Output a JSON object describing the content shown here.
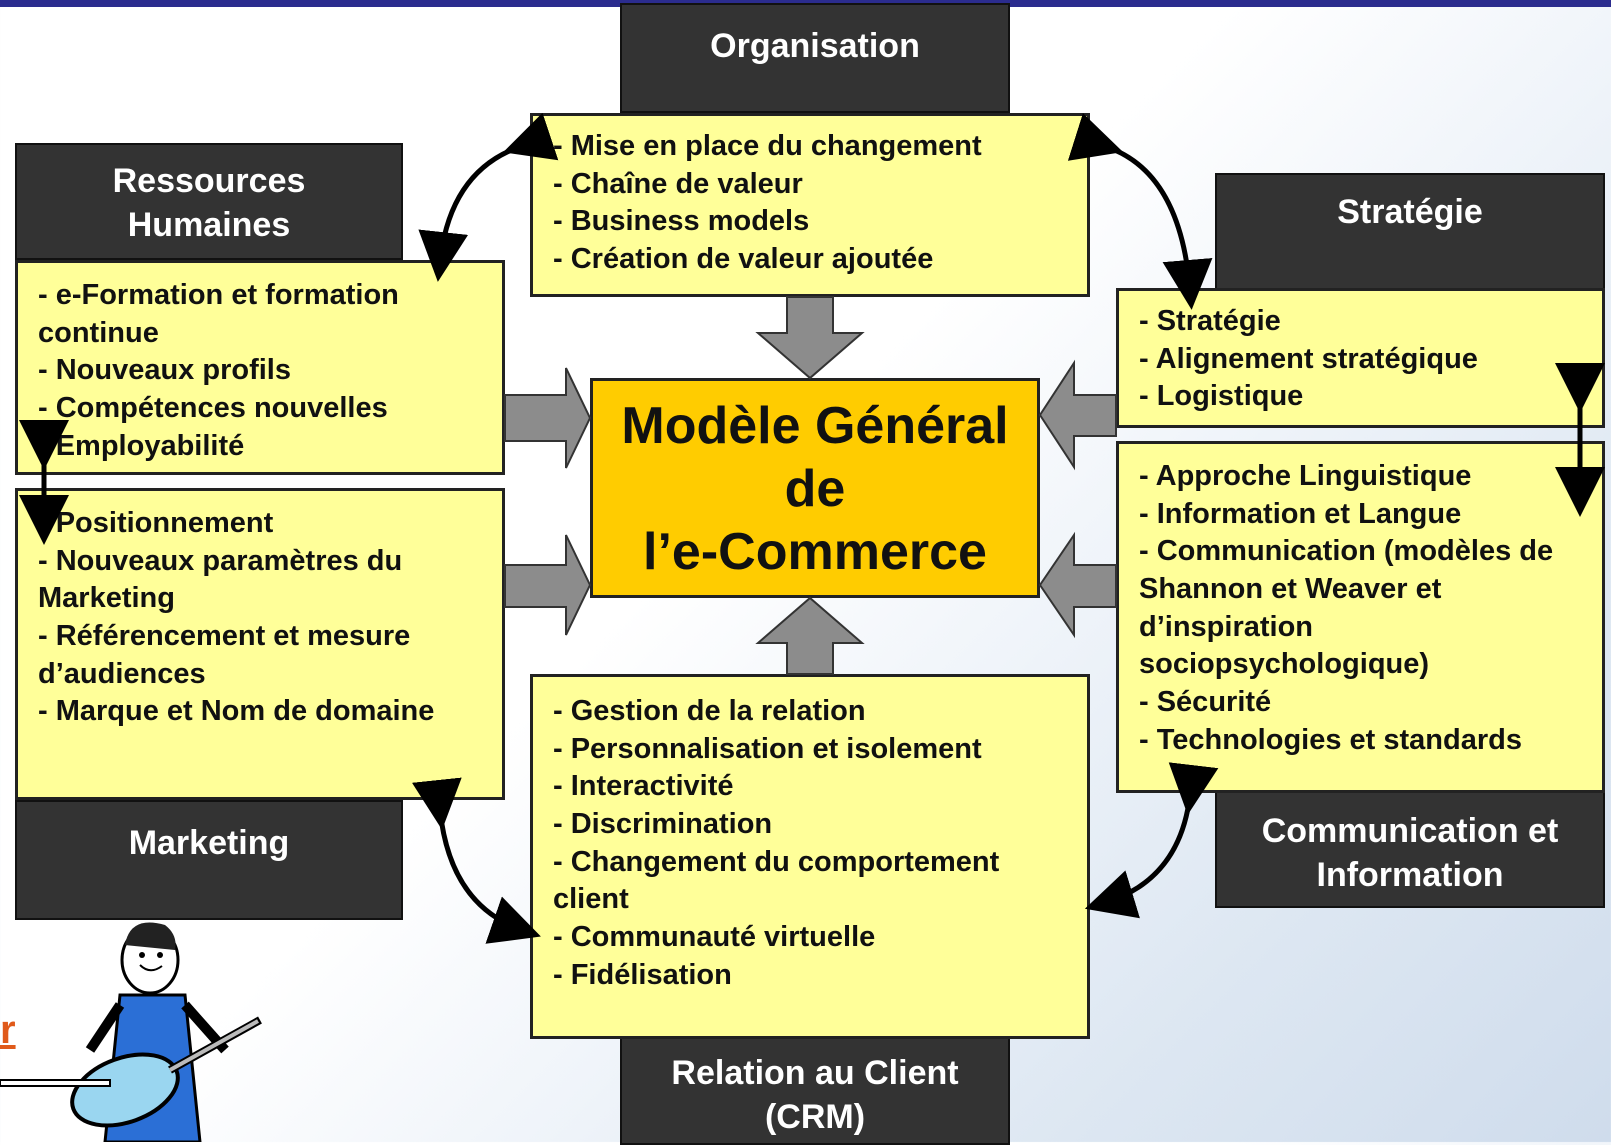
{
  "center": {
    "lines": [
      "Modèle Général",
      "de",
      "l’e-Commerce"
    ]
  },
  "categories": {
    "organisation": "Organisation",
    "rh": [
      "Ressources",
      "Humaines"
    ],
    "strategie": "Stratégie",
    "marketing": "Marketing",
    "communication": [
      "Communication et",
      "Information"
    ],
    "crm": [
      "Relation au Client",
      "(CRM)"
    ]
  },
  "boxes": {
    "organisation": [
      "- Mise en place du changement",
      "- Chaîne de valeur",
      "- Business models",
      "- Création de valeur ajoutée"
    ],
    "rh": [
      "- e-Formation et formation continue",
      "- Nouveaux profils",
      "- Compétences nouvelles",
      "- Employabilité"
    ],
    "strategie": [
      "- Stratégie",
      "- Alignement stratégique",
      "- Logistique"
    ],
    "marketing": [
      "- Positionnement",
      "- Nouveaux paramètres du Marketing",
      "- Référencement et mesure d’audiences",
      "- Marque et Nom de domaine"
    ],
    "communication": [
      "- Approche Linguistique",
      "- Information et Langue",
      "- Communication (modèles de Shannon et Weaver et d’inspiration sociopsychologique)",
      "- Sécurité",
      "- Technologies et standards"
    ],
    "crm": [
      "- Gestion de la relation",
      "- Personnalisation et isolement",
      "- Interactivité",
      "- Discrimination",
      "- Changement du comportement client",
      "- Communauté virtuelle",
      "- Fidélisation"
    ]
  },
  "corner_link": "r",
  "colors": {
    "center": "#ffcc00",
    "box": "#ffff99",
    "header": "#333333",
    "arrow": "#8c8c8c",
    "topbar": "#2b2c8e"
  }
}
